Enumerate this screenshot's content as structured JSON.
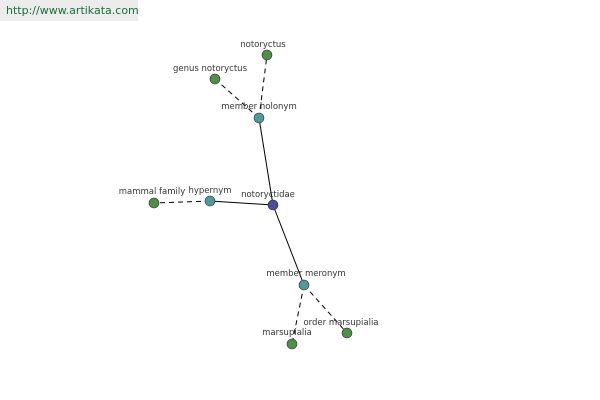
{
  "watermark": {
    "url": "http://www.artikata.com"
  },
  "colors": {
    "center": "#4a4f93",
    "relation": "#4f9a9a",
    "term": "#4f8f48"
  },
  "graph": {
    "nodes": [
      {
        "id": "center",
        "label": "notoryctidae",
        "kind": "center"
      },
      {
        "id": "holonym",
        "label": "member holonym",
        "kind": "relation"
      },
      {
        "id": "hypernym",
        "label": "hypernym",
        "kind": "relation"
      },
      {
        "id": "meronym",
        "label": "member meronym",
        "kind": "relation"
      },
      {
        "id": "notoryctus",
        "label": "notoryctus",
        "kind": "term"
      },
      {
        "id": "genus",
        "label": "genus notoryctus",
        "kind": "term"
      },
      {
        "id": "mammal",
        "label": "mammal family",
        "kind": "term"
      },
      {
        "id": "marsupialia",
        "label": "marsupialia",
        "kind": "term"
      },
      {
        "id": "order",
        "label": "order marsupialia",
        "kind": "term"
      }
    ],
    "edges": [
      {
        "from": "center",
        "to": "holonym",
        "style": "solid"
      },
      {
        "from": "center",
        "to": "hypernym",
        "style": "solid"
      },
      {
        "from": "center",
        "to": "meronym",
        "style": "solid"
      },
      {
        "from": "holonym",
        "to": "notoryctus",
        "style": "dashed"
      },
      {
        "from": "holonym",
        "to": "genus",
        "style": "dashed"
      },
      {
        "from": "hypernym",
        "to": "mammal",
        "style": "dashed"
      },
      {
        "from": "meronym",
        "to": "marsupialia",
        "style": "dashed"
      },
      {
        "from": "meronym",
        "to": "order",
        "style": "dashed"
      }
    ]
  }
}
